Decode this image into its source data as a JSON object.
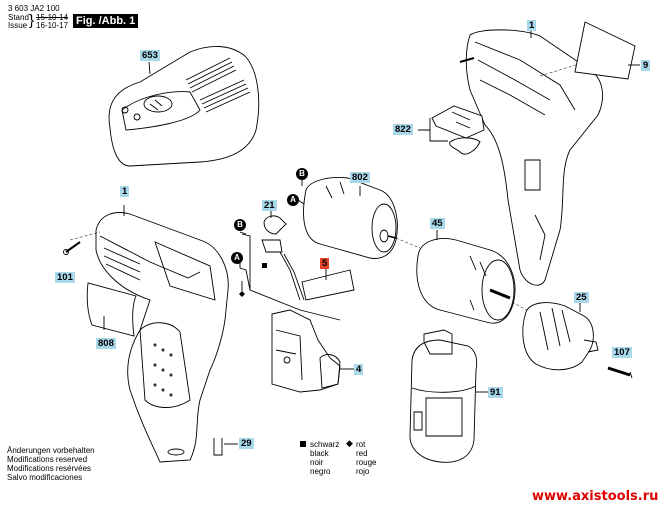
{
  "header": {
    "doc_number": "3 603 JA2 100",
    "stand_label": "Stand",
    "issue_label": "Issue",
    "stand_date_old": "15-10-14",
    "issue_date": "16-10-17",
    "figure_title": "Fig. /Abb. 1"
  },
  "part_labels": [
    {
      "id": "653",
      "text": "653",
      "highlight": "blue"
    },
    {
      "id": "1-housing-left",
      "text": "1",
      "highlight": "blue"
    },
    {
      "id": "1-housing-right",
      "text": "1",
      "highlight": "blue"
    },
    {
      "id": "9",
      "text": "9",
      "highlight": "blue"
    },
    {
      "id": "822",
      "text": "822",
      "highlight": "blue"
    },
    {
      "id": "802",
      "text": "802",
      "highlight": "blue"
    },
    {
      "id": "21",
      "text": "21",
      "highlight": "blue"
    },
    {
      "id": "5",
      "text": "5",
      "highlight": "red"
    },
    {
      "id": "45",
      "text": "45",
      "highlight": "blue"
    },
    {
      "id": "101",
      "text": "101",
      "highlight": "blue"
    },
    {
      "id": "808",
      "text": "808",
      "highlight": "blue"
    },
    {
      "id": "4",
      "text": "4",
      "highlight": "blue"
    },
    {
      "id": "25",
      "text": "25",
      "highlight": "blue"
    },
    {
      "id": "107",
      "text": "107",
      "highlight": "blue"
    },
    {
      "id": "91",
      "text": "91",
      "highlight": "blue"
    },
    {
      "id": "29",
      "text": "29",
      "highlight": "blue"
    }
  ],
  "connectors": {
    "a": "A",
    "b": "B"
  },
  "notes": [
    "Änderungen vorbehalten",
    "Modifications reserved",
    "Modifications resérvées",
    "Salvo modificaciones"
  ],
  "legend": {
    "black": {
      "symbol": "square",
      "labels": [
        "schwarz",
        "black",
        "noir",
        "negro"
      ]
    },
    "red": {
      "symbol": "diamond",
      "labels": [
        "rot",
        "red",
        "rouge",
        "rojo"
      ]
    }
  },
  "watermark": "www.axistools.ru",
  "colors": {
    "label_blue": "#a8d8ea",
    "label_red": "#e8432a",
    "watermark_red": "#e00000"
  }
}
